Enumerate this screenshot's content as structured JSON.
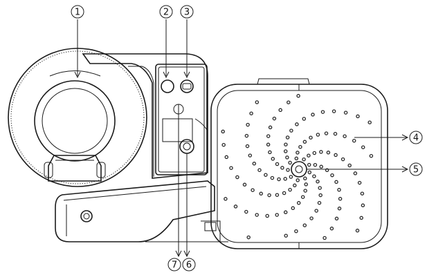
{
  "figure": {
    "callouts": [
      {
        "id": "1",
        "label": "1"
      },
      {
        "id": "2",
        "label": "2"
      },
      {
        "id": "3",
        "label": "3"
      },
      {
        "id": "4",
        "label": "4"
      },
      {
        "id": "5",
        "label": "5"
      },
      {
        "id": "6",
        "label": "6"
      },
      {
        "id": "7",
        "label": "7"
      }
    ],
    "colors": {
      "line": "#1a1a1a",
      "background": "#ffffff",
      "dots": "#2a2a2a"
    }
  }
}
